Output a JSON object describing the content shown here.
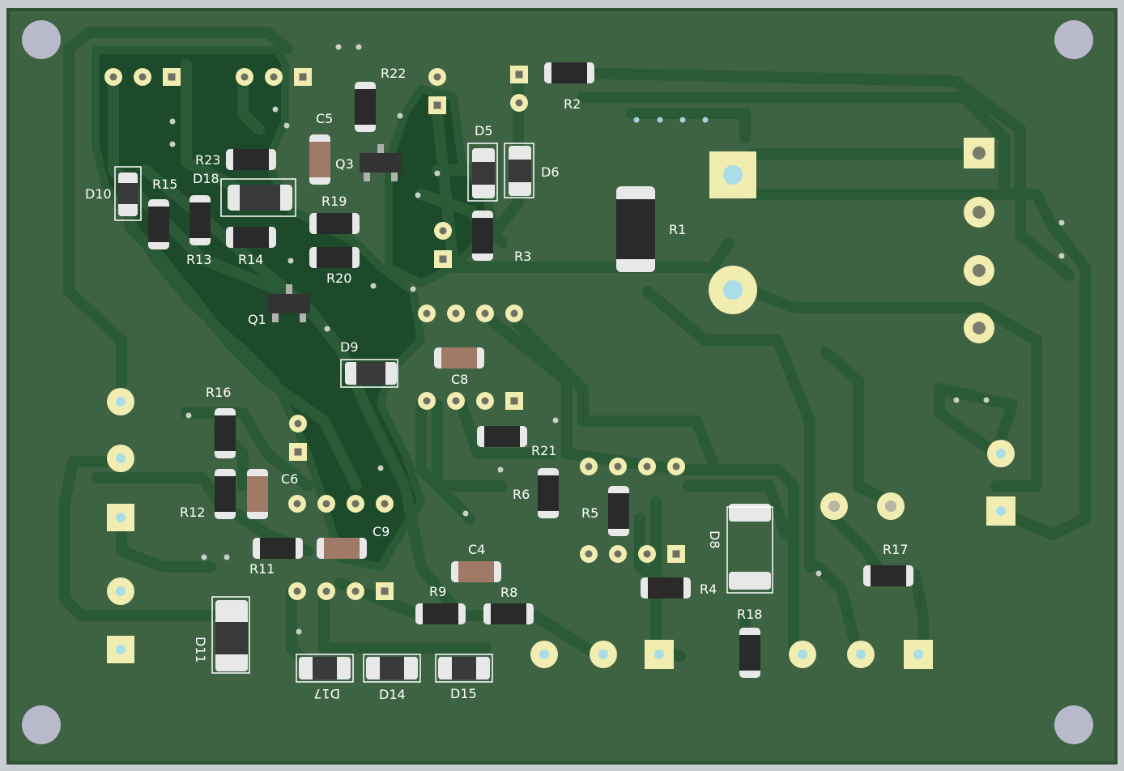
{
  "board": {
    "colors": {
      "background": "#c9ccd1",
      "substrate": "#3e6343",
      "pour": "#1d4a2b",
      "trace": "#2b5a36",
      "pad": "#f1ecb0",
      "via": "#c8d0c8",
      "silkscreen": "#ffffff",
      "mounting_hole": "#b9b9cc"
    }
  },
  "labels": {
    "R22": "R22",
    "R2": "R2",
    "C5": "C5",
    "D5": "D5",
    "D6": "D6",
    "R23": "R23",
    "Q3": "Q3",
    "D18": "D18",
    "D10": "D10",
    "R15": "R15",
    "R19": "R19",
    "R1": "R1",
    "R13": "R13",
    "R14": "R14",
    "R20": "R20",
    "R3": "R3",
    "Q1": "Q1",
    "D9": "D9",
    "C8": "C8",
    "R16": "R16",
    "R21": "R21",
    "C6": "C6",
    "R6": "R6",
    "R5": "R5",
    "R12": "R12",
    "C9": "C9",
    "D8": "D8",
    "R17": "R17",
    "R11": "R11",
    "C4": "C4",
    "R4": "R4",
    "R9": "R9",
    "R8": "R8",
    "R18": "R18",
    "D11": "D11",
    "D17": "D17",
    "D14": "D14",
    "D15": "D15"
  }
}
